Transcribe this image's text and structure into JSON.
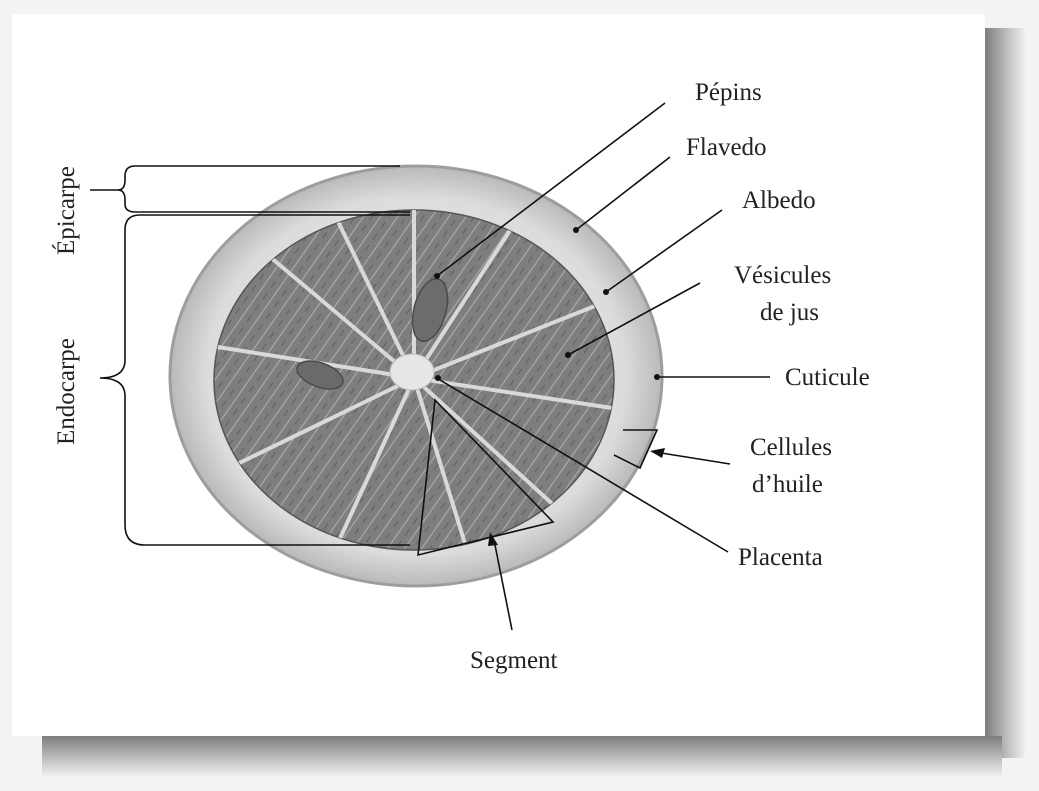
{
  "labels": {
    "epicarpe": "Épicarpe",
    "endocarpe": "Endocarpe",
    "pepins": "Pépins",
    "flavedo": "Flavedo",
    "albedo": "Albedo",
    "vesicules_line1": "Vésicules",
    "vesicules_line2": "de jus",
    "cuticule": "Cuticule",
    "cellules_line1": "Cellules",
    "cellules_line2": "d’huile",
    "placenta": "Placenta",
    "segment": "Segment"
  },
  "colors": {
    "peel": "#c9c9c9",
    "albedo": "#e2e2e2",
    "pulp": "#7e7e7e",
    "membrane": "#d6d6d6",
    "text": "#222222",
    "card": "#ffffff",
    "shadow": "#8a8a8a"
  }
}
